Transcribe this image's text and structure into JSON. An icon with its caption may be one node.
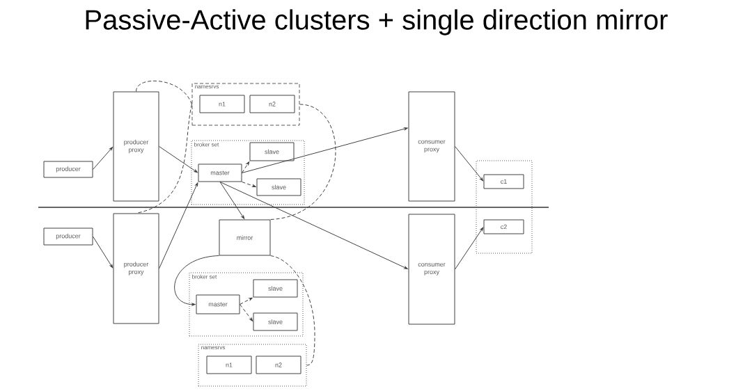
{
  "diagram": {
    "title": "Passive-Active clusters + single direction mirror",
    "nodes": [
      {
        "text": [
          "producer"
        ]
      },
      {
        "text": [
          "producer proxy"
        ]
      },
      {
        "text": [
          "namesrvs"
        ]
      },
      {
        "text": [
          "n1"
        ],
        "in": 2
      },
      {
        "text": [
          "n2"
        ],
        "in": 2
      },
      {
        "text": [
          "broker set"
        ]
      },
      {
        "text": [
          "master"
        ],
        "in": 5
      },
      {
        "text": [
          "slave"
        ],
        "in": 5
      },
      {
        "text": [
          "slave"
        ],
        "in": 5
      },
      {
        "text": [
          "consumer proxy"
        ]
      },
      {
        "text": [],
        "shape": "box"
      },
      {
        "text": [
          "c1"
        ],
        "in": 10
      },
      {
        "text": [
          "c2"
        ],
        "in": 10
      },
      {
        "text": [
          "producer"
        ]
      },
      {
        "text": [
          "producer proxy"
        ]
      },
      {
        "text": [
          "mirror"
        ]
      },
      {
        "text": [
          "broker set"
        ]
      },
      {
        "text": [
          "master"
        ],
        "in": 16
      },
      {
        "text": [
          "slave"
        ],
        "in": 16
      },
      {
        "text": [
          "slave"
        ],
        "in": 16
      },
      {
        "text": [
          "namesrvs"
        ]
      },
      {
        "text": [
          "n1"
        ],
        "in": 20
      },
      {
        "text": [
          "n2"
        ],
        "in": 20
      },
      {
        "text": [
          "consumer proxy"
        ]
      }
    ],
    "edges": [
      {
        "from": 0,
        "to": 1,
        "arrow": "to"
      },
      {
        "from": 1,
        "to": 6,
        "arrow": "to"
      },
      {
        "from": 13,
        "to": 14,
        "arrow": "to"
      },
      {
        "from": 14,
        "to": 6,
        "arrow": "to"
      },
      {
        "from": 6,
        "to": 7,
        "arrow": "to",
        "style": "dashed"
      },
      {
        "from": 6,
        "to": 8,
        "arrow": "to",
        "style": "dashed"
      },
      {
        "from": 6,
        "to": 9,
        "arrow": "to"
      },
      {
        "from": 6,
        "to": 23,
        "arrow": "to"
      },
      {
        "from": 6,
        "to": 15,
        "arrow": "to"
      },
      {
        "from": 9,
        "to": 11,
        "arrow": "to"
      },
      {
        "from": 23,
        "to": 12,
        "arrow": "to"
      },
      {
        "from": 15,
        "to": 17,
        "arrow": "to"
      },
      {
        "from": 17,
        "to": 18,
        "arrow": "to",
        "style": "dashed"
      },
      {
        "from": 17,
        "to": 19,
        "arrow": "to",
        "style": "dashed"
      },
      {
        "from": 1,
        "to": 2,
        "arrow": "none",
        "style": "dashed"
      },
      {
        "from": 2,
        "to": 14,
        "arrow": "none",
        "style": "dashed"
      },
      {
        "from": 2,
        "to": 15,
        "arrow": "none",
        "style": "dashed"
      },
      {
        "from": 15,
        "to": 20,
        "arrow": "none",
        "style": "dashed"
      }
    ]
  }
}
